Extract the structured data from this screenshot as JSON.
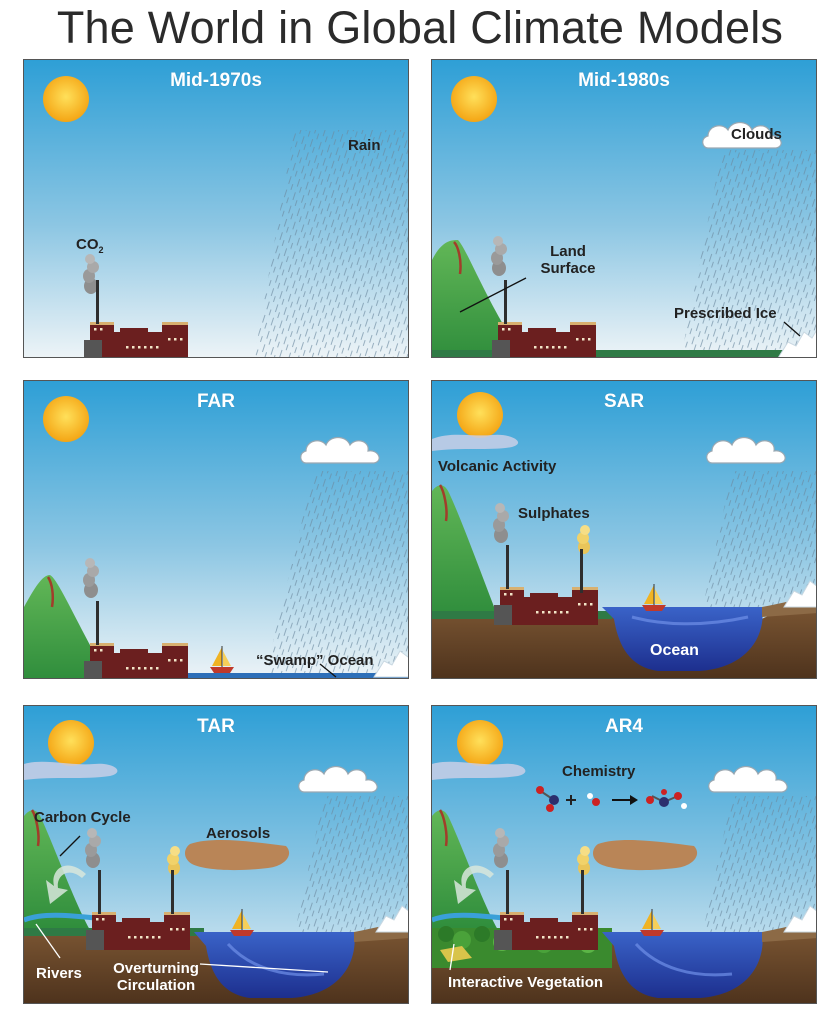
{
  "title": "The World in Global Climate Models",
  "panels": [
    {
      "title": "Mid-1970s",
      "labels": {
        "co2": "CO",
        "co2_sub": "2",
        "rain": "Rain"
      }
    },
    {
      "title": "Mid-1980s",
      "labels": {
        "clouds": "Clouds",
        "land1": "Land",
        "land2": "Surface",
        "ice": "Prescribed Ice"
      }
    },
    {
      "title": "FAR",
      "labels": {
        "ocean": "“Swamp” Ocean"
      }
    },
    {
      "title": "SAR",
      "labels": {
        "volcanic": "Volcanic Activity",
        "sulphates": "Sulphates",
        "ocean": "Ocean"
      }
    },
    {
      "title": "TAR",
      "labels": {
        "carbon": "Carbon Cycle",
        "aerosols": "Aerosols",
        "rivers": "Rivers",
        "overturn1": "Overturning",
        "overturn2": "Circulation"
      }
    },
    {
      "title": "AR4",
      "labels": {
        "chemistry": "Chemistry",
        "vegetation": "Interactive Vegetation"
      }
    }
  ],
  "colors": {
    "sky_top": "#2e9fd6",
    "sky_bottom": "#e6f0f4",
    "sun": "#f5b820",
    "mountain": "#3fa64a",
    "factory": "#6b1f1f",
    "ocean": "#2741a8",
    "soil": "#6e4a2a"
  }
}
